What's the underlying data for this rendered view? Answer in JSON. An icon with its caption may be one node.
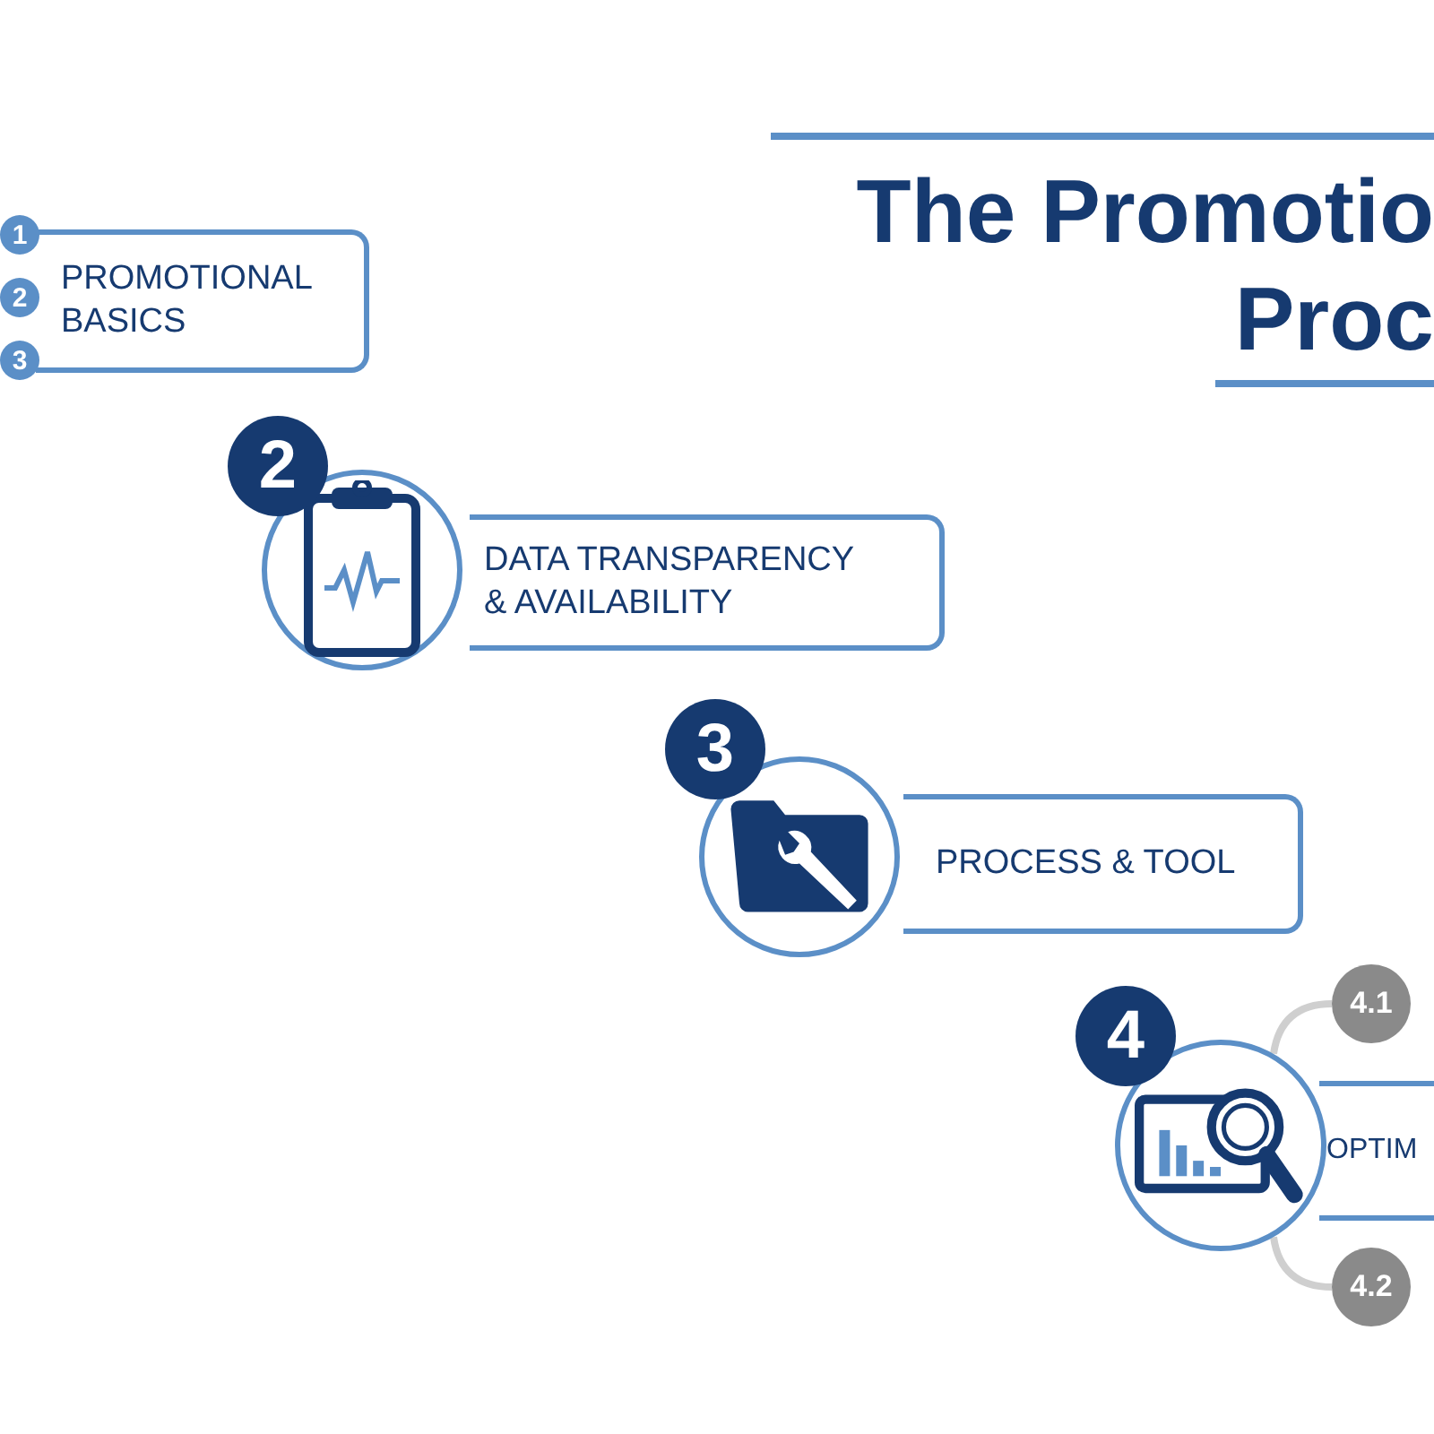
{
  "diagram": {
    "title": "The Promotio Proc",
    "nodes": [
      {
        "text": [
          "PROMOTIONAL BASICS"
        ]
      },
      {
        "text": [
          "1"
        ]
      },
      {
        "text": [
          "2"
        ]
      },
      {
        "text": [
          "3"
        ]
      },
      {
        "text": [
          "2"
        ]
      },
      {
        "text": [],
        "shape": "picture"
      },
      {
        "text": [
          "DATA TRANSPARENCY & AVAILABILITY"
        ]
      },
      {
        "text": [
          "3"
        ]
      },
      {
        "text": [],
        "shape": "picture"
      },
      {
        "text": [
          "PROCESS & TOOL"
        ]
      },
      {
        "text": [
          "4"
        ]
      },
      {
        "text": [],
        "shape": "picture"
      },
      {
        "text": [
          "OPTIM"
        ]
      },
      {
        "text": [
          "4.1"
        ]
      },
      {
        "text": [
          "4.2"
        ]
      }
    ],
    "edges": [
      {
        "from": 11,
        "to": 13,
        "arrow": "none"
      },
      {
        "from": 11,
        "to": 14,
        "arrow": "none"
      }
    ]
  }
}
